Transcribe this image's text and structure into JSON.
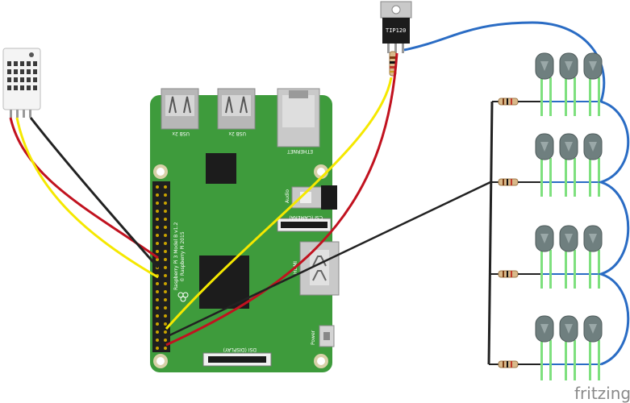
{
  "board": {
    "usb_label_1": "USB 2x",
    "usb_label_2": "USB 2x",
    "ethernet_label": "ETHERNET",
    "audio_label": "Audio",
    "csi_label": "CSI (CAMERA)",
    "hdmi_label": "HDMI",
    "power_label": "Power",
    "dsi_label": "DSI (DISPLAY)",
    "model_line1": "Raspberry Pi 3 Model B v1.2",
    "model_line2": "© Raspberry Pi 2015"
  },
  "transistor": {
    "label": "TIP120"
  },
  "watermark": "fritzing",
  "colors": {
    "board": "#3e9b3c",
    "wire_red": "#c1121f",
    "wire_yellow": "#f5e800",
    "wire_black": "#222222",
    "wire_blue": "#2a6cc4",
    "led_leg": "#7ee07e",
    "led_body": "#6f7f7f"
  }
}
